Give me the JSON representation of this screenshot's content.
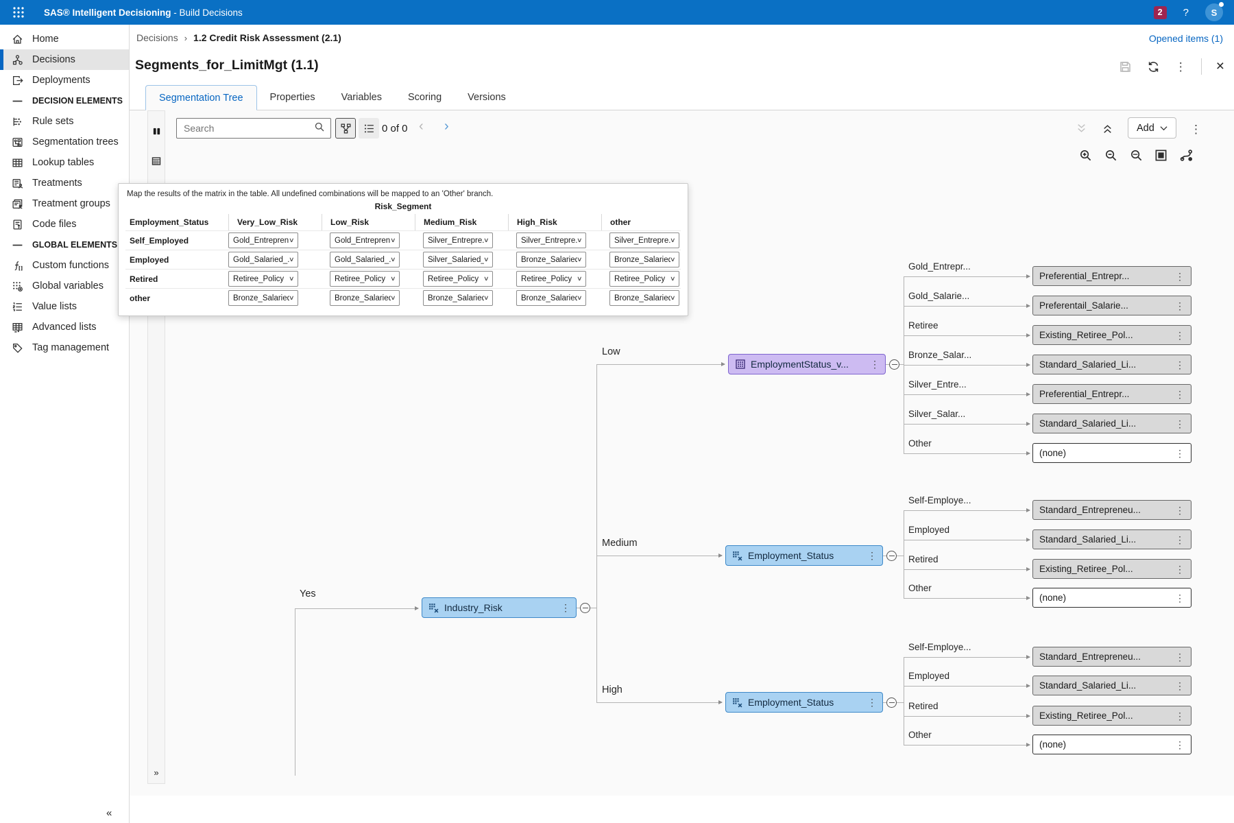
{
  "topbar": {
    "app_name": "SAS® Intelligent Decisioning",
    "separator": "-",
    "product": "Build Decisions",
    "notification_count": "2",
    "help": "?",
    "avatar_initial": "S"
  },
  "sidebar": {
    "items": [
      {
        "label": "Home",
        "type": "item"
      },
      {
        "label": "Decisions",
        "type": "item",
        "selected": true
      },
      {
        "label": "Deployments",
        "type": "item"
      },
      {
        "label": "DECISION ELEMENTS",
        "type": "section"
      },
      {
        "label": "Rule sets",
        "type": "item"
      },
      {
        "label": "Segmentation trees",
        "type": "item"
      },
      {
        "label": "Lookup tables",
        "type": "item"
      },
      {
        "label": "Treatments",
        "type": "item"
      },
      {
        "label": "Treatment groups",
        "type": "item"
      },
      {
        "label": "Code files",
        "type": "item"
      },
      {
        "label": "GLOBAL ELEMENTS",
        "type": "section"
      },
      {
        "label": "Custom functions",
        "type": "item"
      },
      {
        "label": "Global variables",
        "type": "item"
      },
      {
        "label": "Value lists",
        "type": "item"
      },
      {
        "label": "Advanced lists",
        "type": "item"
      },
      {
        "label": "Tag management",
        "type": "item"
      }
    ],
    "collapse_glyph": "«"
  },
  "header": {
    "breadcrumb_root": "Decisions",
    "breadcrumb_sep": "›",
    "breadcrumb_current": "1.2 Credit Risk Assessment (2.1)",
    "opened_items": "Opened items (1)",
    "title": "Segments_for_LimitMgt (1.1)"
  },
  "tabs": {
    "items": [
      "Segmentation Tree",
      "Properties",
      "Variables",
      "Scoring",
      "Versions"
    ],
    "active": "Segmentation Tree"
  },
  "toolbar": {
    "search_placeholder": "Search",
    "match_count": "0 of 0",
    "add_label": "Add"
  },
  "rail": {
    "expand_glyph": "»"
  },
  "matrix": {
    "instruction": "Map the results of the matrix in the table. All undefined combinations will be mapped to an 'Other' branch.",
    "group_header": "Risk_Segment",
    "columns": [
      "Employment_Status",
      "Very_Low_Risk",
      "Low_Risk",
      "Medium_Risk",
      "High_Risk",
      "other"
    ],
    "rows": [
      {
        "label": "Self_Employed",
        "values": [
          "Gold_Entrepren...",
          "Gold_Entrepren...",
          "Silver_Entrepre...",
          "Silver_Entrepre...",
          "Silver_Entrepre..."
        ]
      },
      {
        "label": "Employed",
        "values": [
          "Gold_Salaried_...",
          "Gold_Salaried_...",
          "Silver_Salaried_...",
          "Bronze_Salaried...",
          "Bronze_Salaried..."
        ]
      },
      {
        "label": "Retired",
        "values": [
          "Retiree_Policy",
          "Retiree_Policy",
          "Retiree_Policy",
          "Retiree_Policy",
          "Retiree_Policy"
        ]
      },
      {
        "label": "other",
        "values": [
          "Bronze_Salaried...",
          "Bronze_Salaried...",
          "Bronze_Salaried...",
          "Bronze_Salaried...",
          "Bronze_Salaried..."
        ]
      }
    ]
  },
  "tree": {
    "branches": {
      "yes": "Yes",
      "low": "Low",
      "medium": "Medium",
      "high": "High"
    },
    "nodes": {
      "industry": "Industry_Risk",
      "low": "EmploymentStatus_v...",
      "medium": "Employment_Status",
      "high": "Employment_Status"
    },
    "group1": [
      {
        "branch": "Gold_Entrepr...",
        "leaf": "Preferential_Entrepr..."
      },
      {
        "branch": "Gold_Salarie...",
        "leaf": "Preferentail_Salarie..."
      },
      {
        "branch": "Retiree",
        "leaf": "Existing_Retiree_Pol..."
      },
      {
        "branch": "Bronze_Salar...",
        "leaf": "Standard_Salaried_Li..."
      },
      {
        "branch": "Silver_Entre...",
        "leaf": "Preferential_Entrepr..."
      },
      {
        "branch": "Silver_Salar...",
        "leaf": "Standard_Salaried_Li..."
      },
      {
        "branch": "Other",
        "leaf": "(none)"
      }
    ],
    "group2": [
      {
        "branch": "Self-Employe...",
        "leaf": "Standard_Entrepreneu..."
      },
      {
        "branch": "Employed",
        "leaf": "Standard_Salaried_Li..."
      },
      {
        "branch": "Retired",
        "leaf": "Existing_Retiree_Pol..."
      },
      {
        "branch": "Other",
        "leaf": "(none)"
      }
    ],
    "group3": [
      {
        "branch": "Self-Employe...",
        "leaf": "Standard_Entrepreneu..."
      },
      {
        "branch": "Employed",
        "leaf": "Standard_Salaried_Li..."
      },
      {
        "branch": "Retired",
        "leaf": "Existing_Retiree_Pol..."
      },
      {
        "branch": "Other",
        "leaf": "(none)"
      }
    ]
  },
  "glyphs": {
    "kebab": "⋮",
    "prev": "‹",
    "next": "›",
    "caret_down": "∨",
    "close": "×"
  },
  "colors": {
    "topbar_blue": "#0a70c4",
    "accent_blue": "#0766c2",
    "node_blue_fill": "#a9d2f2",
    "node_blue_border": "#3d88c8",
    "node_purple_fill": "#cdbbf2",
    "node_purple_border": "#7e64cf",
    "leaf_gray_fill": "#d9d9d9",
    "badge_maroon": "#9e2550",
    "canvas_bg": "#fafafa"
  }
}
